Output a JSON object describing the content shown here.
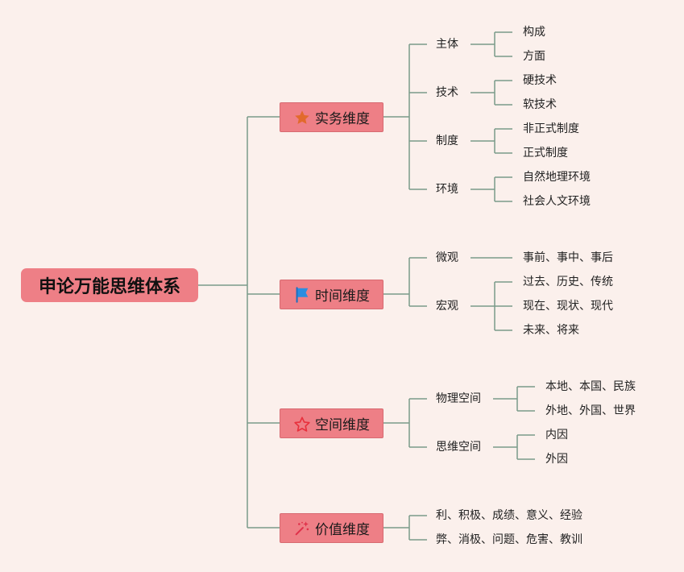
{
  "root": {
    "label": "申论万能思维体系"
  },
  "categories": [
    {
      "label": "实务维度",
      "icon": "filled-star-icon",
      "children": [
        {
          "label": "主体",
          "leaves": [
            "构成",
            "方面"
          ]
        },
        {
          "label": "技术",
          "leaves": [
            "硬技术",
            "软技术"
          ]
        },
        {
          "label": "制度",
          "leaves": [
            "非正式制度",
            "正式制度"
          ]
        },
        {
          "label": "环境",
          "leaves": [
            "自然地理环境",
            "社会人文环境"
          ]
        }
      ]
    },
    {
      "label": "时间维度",
      "icon": "blue-flag-icon",
      "children": [
        {
          "label": "微观",
          "leaves": [
            "事前、事中、事后"
          ]
        },
        {
          "label": "宏观",
          "leaves": [
            "过去、历史、传统",
            "现在、现状、现代",
            "未来、将来"
          ]
        }
      ]
    },
    {
      "label": "空间维度",
      "icon": "outline-star-icon",
      "children": [
        {
          "label": "物理空间",
          "leaves": [
            "本地、本国、民族",
            "外地、外国、世界"
          ]
        },
        {
          "label": "思维空间",
          "leaves": [
            "内因",
            "外因"
          ]
        }
      ]
    },
    {
      "label": "价值维度",
      "icon": "sparkle-wand-icon",
      "children": [
        {
          "label": "利、积极、成绩、意义、经验",
          "leaves": []
        },
        {
          "label": "弊、消极、问题、危害、教训",
          "leaves": []
        }
      ]
    }
  ],
  "colors": {
    "background": "#fbf0ec",
    "node_fill": "#ee7f86",
    "connector": "#7a9a8a",
    "star_orange": "#e26a2c",
    "flag_blue": "#2b8de0",
    "star_outline_red": "#e8313d",
    "sparkle_red": "#e0314a"
  }
}
